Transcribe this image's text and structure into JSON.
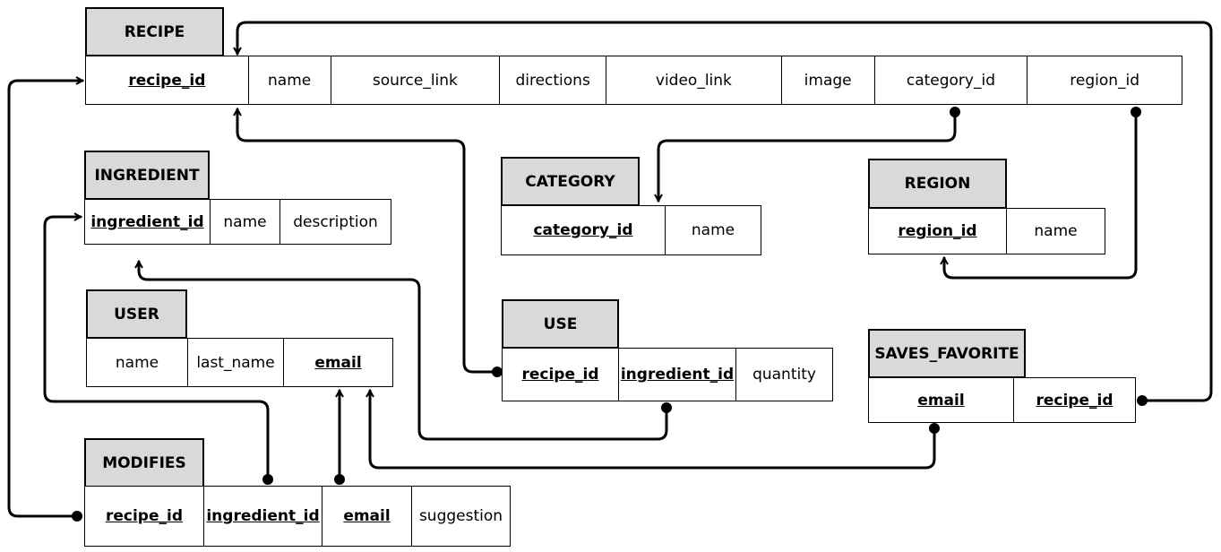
{
  "entities": {
    "recipe": {
      "title": "RECIPE",
      "attributes": [
        "recipe_id",
        "name",
        "source_link",
        "directions",
        "video_link",
        "image",
        "category_id",
        "region_id"
      ]
    },
    "ingredient": {
      "title": "INGREDIENT",
      "attributes": [
        "ingredient_id",
        "name",
        "description"
      ]
    },
    "category": {
      "title": "CATEGORY",
      "attributes": [
        "category_id",
        "name"
      ]
    },
    "region": {
      "title": "REGION",
      "attributes": [
        "region_id",
        "name"
      ]
    },
    "user": {
      "title": "USER",
      "attributes": [
        "name",
        "last_name",
        "email"
      ]
    },
    "use": {
      "title": "USE",
      "attributes": [
        "recipe_id",
        "ingredient_id",
        "quantity"
      ]
    },
    "saves_favorite": {
      "title": "SAVES_FAVORITE",
      "attributes": [
        "email",
        "recipe_id"
      ]
    },
    "modifies": {
      "title": "MODIFIES",
      "attributes": [
        "recipe_id",
        "ingredient_id",
        "email",
        "suggestion"
      ]
    }
  }
}
